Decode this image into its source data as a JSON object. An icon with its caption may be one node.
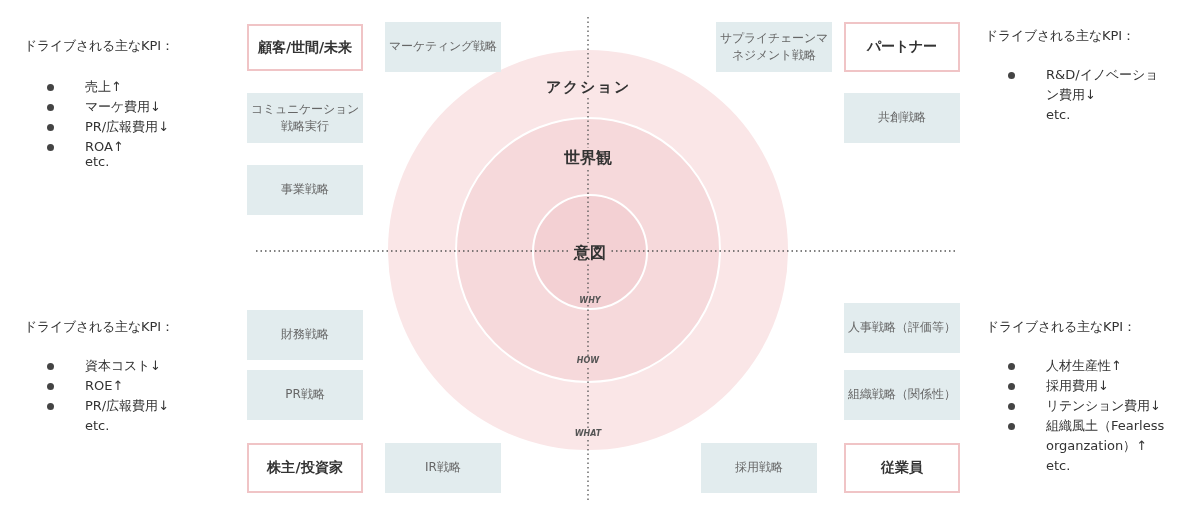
{
  "diagram": {
    "nodes": [
      {
        "text": [
          "顧客/世間/未来"
        ]
      },
      {
        "text": [
          "マーケティング戦略"
        ]
      },
      {
        "text": [
          "サプライチェーンマネジメント戦略"
        ]
      },
      {
        "text": [
          "パートナー"
        ]
      },
      {
        "text": [
          "コミュニケーション戦略実行"
        ]
      },
      {
        "text": [
          "共創戦略"
        ]
      },
      {
        "text": [
          "事業戦略"
        ]
      },
      {
        "text": [
          "アクション",
          "WHAT"
        ]
      },
      {
        "text": [
          "世界観",
          "HOW"
        ],
        "in": 7
      },
      {
        "text": [
          "意図",
          "WHY"
        ],
        "in": 8
      },
      {
        "text": [
          "財務戦略"
        ]
      },
      {
        "text": [
          "人事戦略（評価等）"
        ]
      },
      {
        "text": [
          "PR戦略"
        ]
      },
      {
        "text": [
          "組織戦略（関係性）"
        ]
      },
      {
        "text": [
          "株主/投資家"
        ]
      },
      {
        "text": [
          "IR戦略"
        ]
      },
      {
        "text": [
          "採用戦略"
        ]
      },
      {
        "text": [
          "従業員"
        ]
      }
    ],
    "edges": [],
    "labels": [
      "ドライブされる主なKPI：",
      "売上↑",
      "マーケ費用↓",
      "PR/広報費用↓",
      "ROA↑",
      "etc.",
      "ドライブされる主なKPI：",
      "R&D/イノベーション費用↓",
      "etc.",
      "ドライブされる主なKPI：",
      "資本コスト↓",
      "ROE↑",
      "PR/広報費用↓",
      "etc.",
      "ドライブされる主なKPI：",
      "人材生産性↑",
      "採用費用↓",
      "リテンション費用↓",
      "組織風土（Fearless organzation）↑",
      "etc."
    ]
  }
}
